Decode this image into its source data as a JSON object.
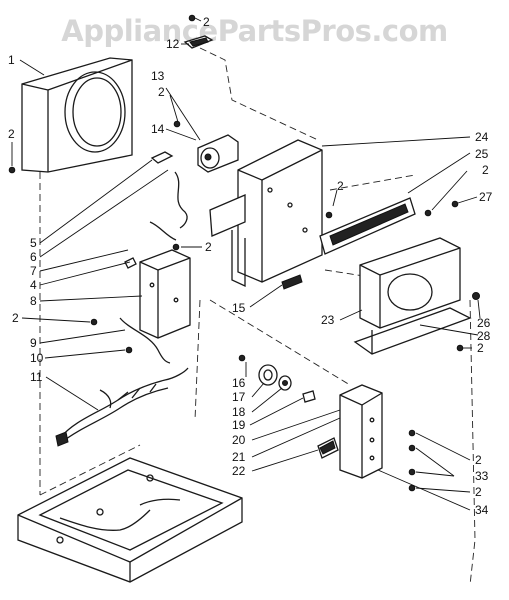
{
  "watermark": "AppliancePartsPros.com",
  "callouts": [
    {
      "id": "c2a",
      "label": "2"
    },
    {
      "id": "c12",
      "label": "12"
    },
    {
      "id": "c1",
      "label": "1"
    },
    {
      "id": "c13",
      "label": "13"
    },
    {
      "id": "c2b",
      "label": "2"
    },
    {
      "id": "c14",
      "label": "14"
    },
    {
      "id": "c2c",
      "label": "2"
    },
    {
      "id": "c24",
      "label": "24"
    },
    {
      "id": "c25",
      "label": "25"
    },
    {
      "id": "c2d",
      "label": "2"
    },
    {
      "id": "c2e",
      "label": "2"
    },
    {
      "id": "c27",
      "label": "27"
    },
    {
      "id": "c5",
      "label": "5"
    },
    {
      "id": "c6",
      "label": "6"
    },
    {
      "id": "c2f",
      "label": "2"
    },
    {
      "id": "c7",
      "label": "7"
    },
    {
      "id": "c4",
      "label": "4"
    },
    {
      "id": "c8",
      "label": "8"
    },
    {
      "id": "c2g",
      "label": "2"
    },
    {
      "id": "c15",
      "label": "15"
    },
    {
      "id": "c23",
      "label": "23"
    },
    {
      "id": "c26",
      "label": "26"
    },
    {
      "id": "c28",
      "label": "28"
    },
    {
      "id": "c2h",
      "label": "2"
    },
    {
      "id": "c9",
      "label": "9"
    },
    {
      "id": "c10",
      "label": "10"
    },
    {
      "id": "c11",
      "label": "11"
    },
    {
      "id": "c16",
      "label": "16"
    },
    {
      "id": "c17",
      "label": "17"
    },
    {
      "id": "c18",
      "label": "18"
    },
    {
      "id": "c19",
      "label": "19"
    },
    {
      "id": "c20",
      "label": "20"
    },
    {
      "id": "c21",
      "label": "21"
    },
    {
      "id": "c22",
      "label": "22"
    },
    {
      "id": "c2i",
      "label": "2"
    },
    {
      "id": "c33",
      "label": "33"
    },
    {
      "id": "c2j",
      "label": "2"
    },
    {
      "id": "c34",
      "label": "34"
    }
  ]
}
